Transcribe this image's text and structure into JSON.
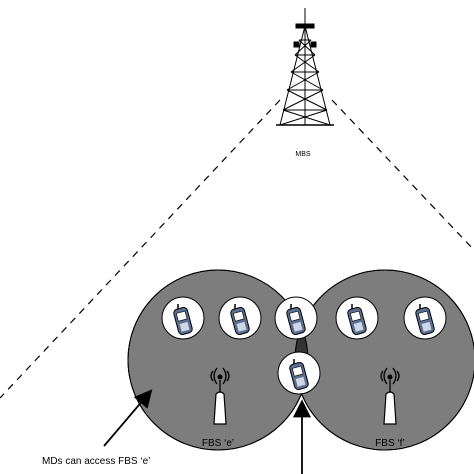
{
  "macro_station": {
    "label": "MBS",
    "icon": "tower-icon"
  },
  "femto_cells": [
    {
      "label": "FBS ‘e’",
      "icon": "antenna-icon"
    },
    {
      "label": "FBS ‘f’",
      "icon": "antenna-icon"
    }
  ],
  "devices": {
    "icon": "mobile-phone-icon",
    "count": 6
  },
  "annotations": {
    "left_note": "MDs can access FBS ‘e’"
  },
  "colors": {
    "cell_fill": "#7d7d7d",
    "overlap_fill": "#333333",
    "device_badge": "#ffffff",
    "line": "#000000"
  }
}
